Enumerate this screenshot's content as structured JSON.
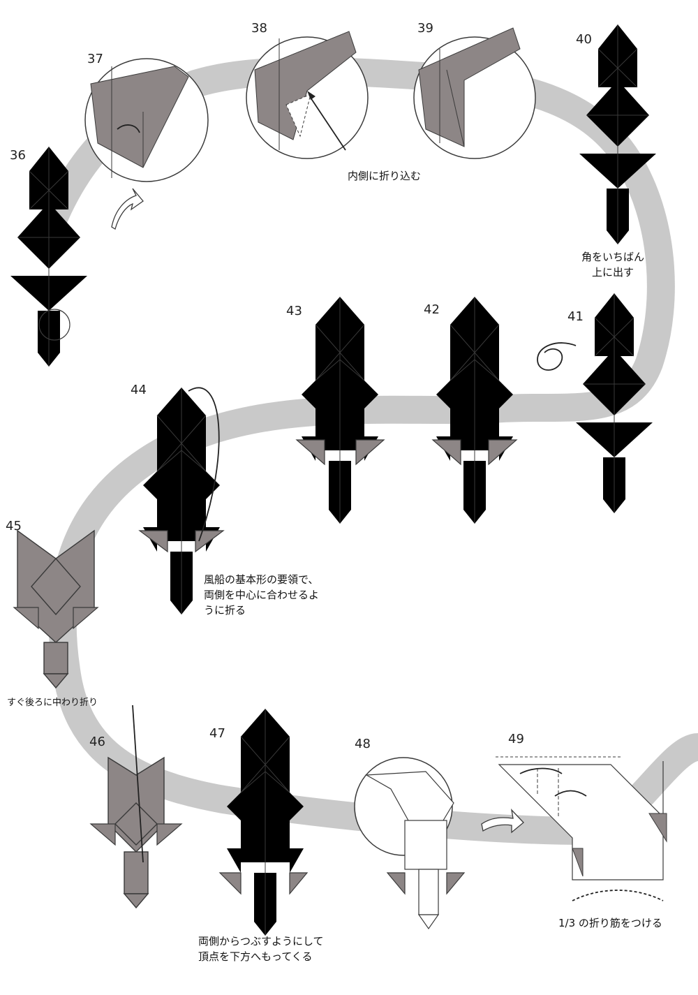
{
  "colors": {
    "paper_dark": "#8d8686",
    "paper_light": "#ffffff",
    "path_band": "#c9c9c9",
    "line": "#3a3a3a"
  },
  "steps": [
    {
      "num": "36",
      "shape": "model-colored"
    },
    {
      "num": "37",
      "shape": "circle-detail"
    },
    {
      "num": "38",
      "shape": "circle-detail"
    },
    {
      "num": "39",
      "shape": "circle-detail"
    },
    {
      "num": "40",
      "shape": "model-colored"
    },
    {
      "num": "41",
      "shape": "model-colored"
    },
    {
      "num": "42",
      "shape": "model-white"
    },
    {
      "num": "43",
      "shape": "model-white"
    },
    {
      "num": "44",
      "shape": "model-white"
    },
    {
      "num": "45",
      "shape": "model-colored-short"
    },
    {
      "num": "46",
      "shape": "model-colored-short"
    },
    {
      "num": "47",
      "shape": "model-white"
    },
    {
      "num": "48",
      "shape": "circle-detail"
    },
    {
      "num": "49",
      "shape": "enlarged-detail"
    }
  ],
  "notes": {
    "fold_inside": "内側に折り込む",
    "corner_top": "角をいちばん\n上に出す",
    "balloon": "風船の基本形の要領で、\n両側を中心に合わせるよ\nうに折る",
    "reverse_fold": "すぐ後ろに中わり折り",
    "squash": "両側からつぶすようにして\n頂点を下方へもってくる",
    "third_crease": "1/3 の折り筋をつける"
  }
}
